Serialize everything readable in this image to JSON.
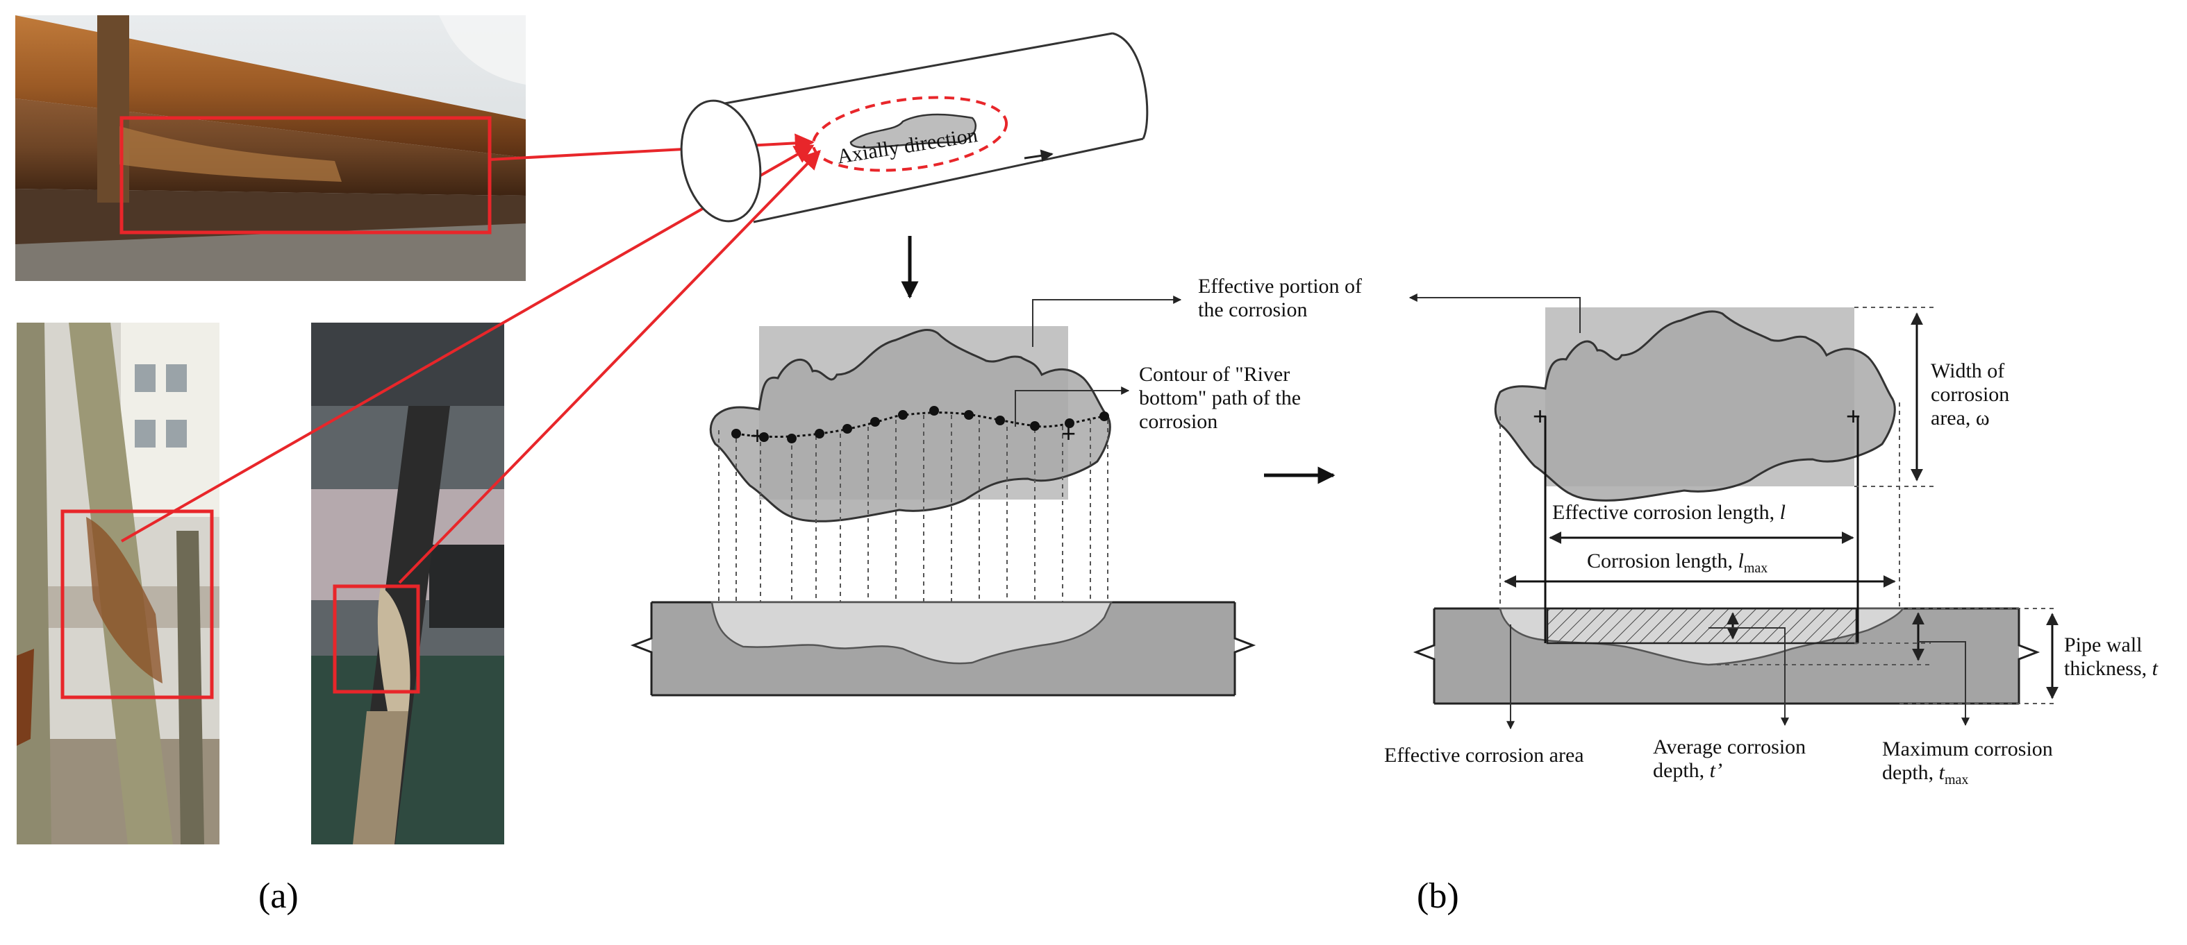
{
  "panel_a": {
    "caption": "(a)",
    "photos": [
      "corroded-horizontal-pipe-photo",
      "corroded-pile-photo-1",
      "corroded-pile-photo-2"
    ]
  },
  "panel_b": {
    "caption": "(b)",
    "labels": {
      "axial_direction": "Axially direction",
      "effective_portion_1": "Effective portion of",
      "effective_portion_2": "the corrosion",
      "contour_1": "Contour of \"River",
      "contour_2": "bottom\" path of the",
      "contour_3": "corrosion",
      "width_1": "Width of",
      "width_2": "corrosion",
      "width_3": "area, ω",
      "eff_length_text": "Effective corrosion length, ",
      "eff_length_sym": "l",
      "corr_length_text": "Corrosion length, ",
      "corr_length_sym": "l",
      "corr_length_sub": "max",
      "pipe_wall_1": "Pipe wall",
      "pipe_wall_2": "thickness, ",
      "pipe_wall_sym": "t",
      "eff_area": "Effective corrosion area",
      "avg_depth_1": "Average corrosion",
      "avg_depth_2": "depth, ",
      "avg_depth_sym": "t’",
      "max_depth_1": "Maximum corrosion",
      "max_depth_2": "depth, ",
      "max_depth_sym": "t",
      "max_depth_sub": "max"
    }
  },
  "colors": {
    "highlight_red": "#e8262a",
    "rust": "#8a4e22",
    "effective_gray": "#b9b9b9",
    "pipe_gray": "#a4a4a4",
    "corrosion_light": "#d6d6d6"
  }
}
